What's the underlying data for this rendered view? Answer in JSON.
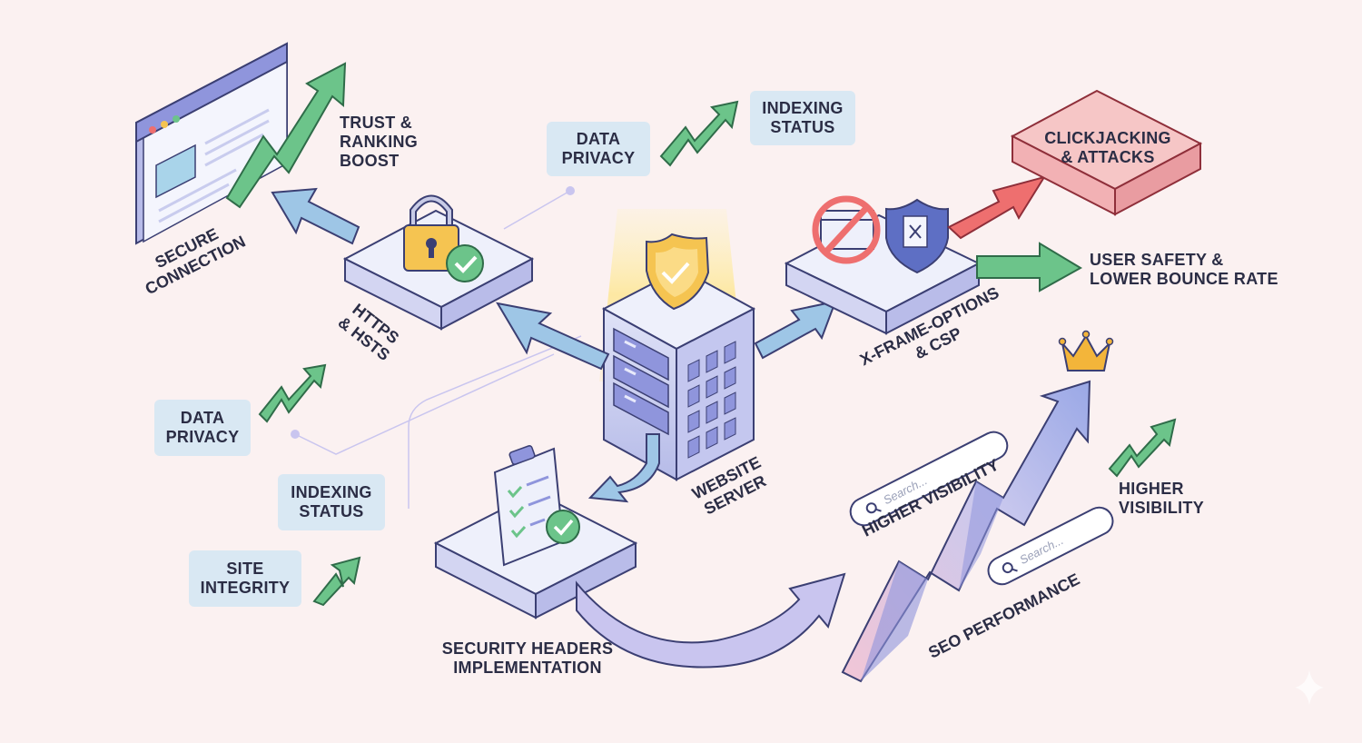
{
  "labels": {
    "trust_ranking_boost": [
      "TRUST &",
      "RANKING",
      "BOOST"
    ],
    "secure_connection": [
      "SECURE",
      "CONNECTION"
    ],
    "https_hsts": [
      "HTTPS",
      "& HSTS"
    ],
    "data_privacy_top": [
      "DATA",
      "PRIVACY"
    ],
    "indexing_status_top": [
      "INDEXING",
      "STATUS"
    ],
    "clickjacking_attacks": [
      "CLICKJACKING",
      "& ATTACKS"
    ],
    "user_safety": [
      "USER SAFETY &",
      "LOWER BOUNCE RATE"
    ],
    "xframe_csp": [
      "X-FRAME-OPTIONS",
      "& CSP"
    ],
    "website_server": [
      "WEBSITE",
      "SERVER"
    ],
    "data_privacy_left": [
      "DATA",
      "PRIVACY"
    ],
    "indexing_status_left": [
      "INDEXING",
      "STATUS"
    ],
    "site_integrity": [
      "SITE",
      "INTEGRITY"
    ],
    "security_headers": [
      "SECURITY HEADERS",
      "IMPLEMENTATION"
    ],
    "higher_visibility_rot": "HIGHER VISIBILITY",
    "higher_visibility_right": [
      "HIGHER",
      "VISIBILITY"
    ],
    "seo_performance": "SEO PERFORMANCE",
    "search_placeholder_1": "Search...",
    "search_placeholder_2": "Search..."
  },
  "colors": {
    "background": "#fbf1f1",
    "tag_fill": "#d9e8f3",
    "green_arrow": "#6cc48a",
    "blue_arrow": "#9ec6e6",
    "red_arrow": "#ee6f6f",
    "lavender_arrow": "#c9c5ef",
    "platform_top": "#eef0fb",
    "platform_side": "#c3c6ec",
    "alert_fill": "#f6c6c6",
    "shield_gold": "#f5c451",
    "crown_gold": "#f3b53a"
  },
  "icons": [
    "browser-window-icon",
    "padlock-icon",
    "check-badge-icon",
    "shield-icon",
    "server-building-icon",
    "no-frame-icon",
    "shield-document-icon",
    "clipboard-checklist-icon",
    "crown-icon",
    "search-icon",
    "trend-arrow-icon"
  ]
}
